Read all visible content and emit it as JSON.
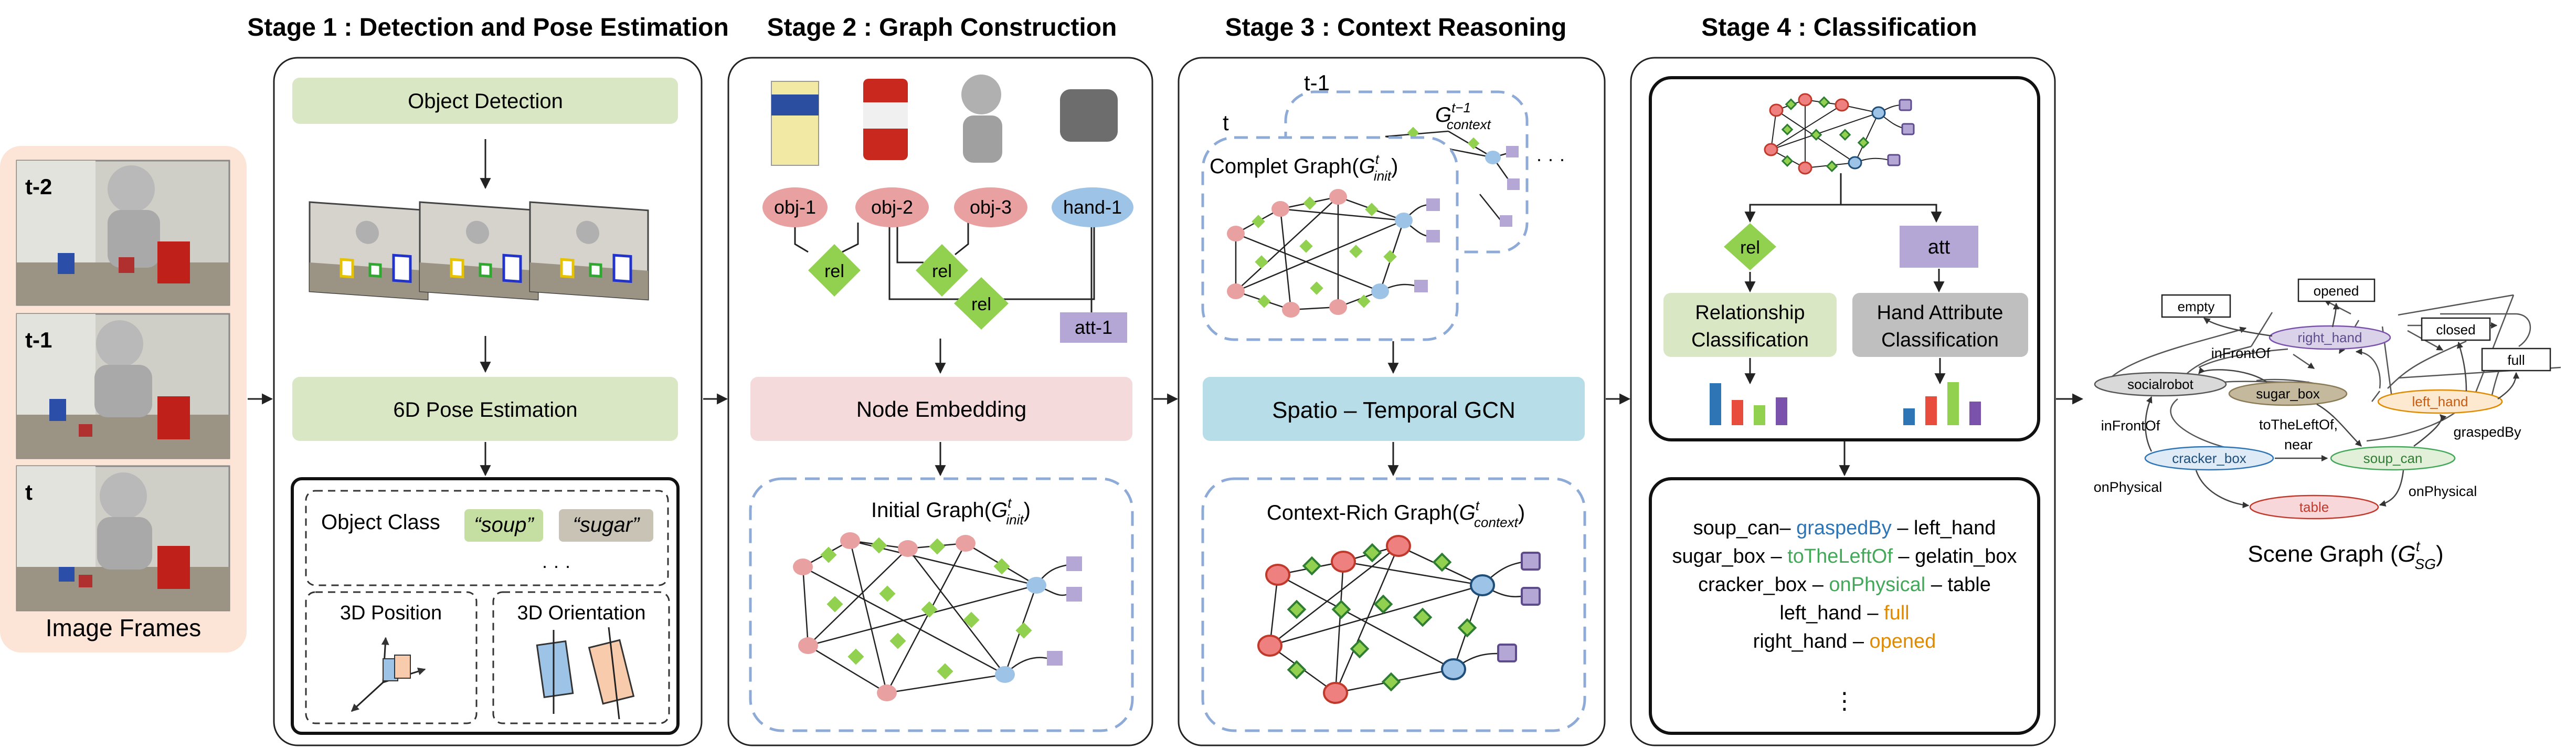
{
  "image_frames": {
    "labels": [
      "t-2",
      "t-1",
      "t"
    ],
    "caption": "Image Frames"
  },
  "stage1": {
    "title": "Stage 1 : Detection and Pose Estimation",
    "object_detection": "Object Detection",
    "pose_estimation": "6D Pose Estimation",
    "object_class_label": "Object Class",
    "class_soup": "“soup”",
    "class_sugar": "“sugar”",
    "more": "· · ·",
    "position_label": "3D Position",
    "orientation_label": "3D Orientation"
  },
  "stage2": {
    "title": "Stage 2 : Graph Construction",
    "nodes": {
      "obj1": "obj-1",
      "obj2": "obj-2",
      "obj3": "obj-3",
      "hand1": "hand-1",
      "att1": "att-1",
      "rel": "rel"
    },
    "node_embedding": "Node Embedding",
    "initial_graph_prefix": "Initial Graph(",
    "initial_graph_G": "G",
    "initial_graph_sub": "init",
    "initial_graph_sup": "t",
    "initial_graph_suffix": ")"
  },
  "stage3": {
    "title": "Stage 3 : Context Reasoning",
    "t_prev": "t-1",
    "t_cur": "t",
    "ctx_prev_G": "G",
    "ctx_prev_sub": "context",
    "ctx_prev_sup": "t−1",
    "complete_prefix": "Complet Graph(",
    "complete_G": "G",
    "complete_sub": "init",
    "complete_sup": "t",
    "complete_suffix": ")",
    "ellipsis": "· · ·",
    "gcn": "Spatio – Temporal GCN",
    "rich_prefix": "Context-Rich Graph(",
    "rich_G": "G",
    "rich_sub": "context",
    "rich_sup": "t",
    "rich_suffix": ")"
  },
  "stage4": {
    "title": "Stage 4 : Classification",
    "rel": "rel",
    "att": "att",
    "rel_class_line1": "Relationship",
    "rel_class_line2": "Classification",
    "att_class_line1": "Hand Attribute",
    "att_class_line2": "Classification",
    "triplets": [
      {
        "s": "soup_can– ",
        "p": "graspedBy",
        "o": " – left_hand",
        "color": "#2e75b6"
      },
      {
        "s": "sugar_box – ",
        "p": "toTheLeftOf",
        "o": " – gelatin_box",
        "color": "#43a85a"
      },
      {
        "s": "cracker_box – ",
        "p": "onPhysical",
        "o": " – table",
        "color": "#43a85a"
      },
      {
        "s": "left_hand – ",
        "p": "full",
        "o": "",
        "color": "#e08a00"
      },
      {
        "s": "right_hand – ",
        "p": "opened",
        "o": "",
        "color": "#e08a00"
      }
    ],
    "vdots": "⋮"
  },
  "scene_graph": {
    "title_prefix": "Scene Graph (",
    "title_G": "G",
    "title_sub": "SG",
    "title_sup": "t",
    "title_suffix": ")",
    "nodes": {
      "empty": "empty",
      "opened": "opened",
      "right_hand": "right_hand",
      "closed": "closed",
      "full": "full",
      "socialrobot": "socialrobot",
      "sugar_box": "sugar_box",
      "left_hand": "left_hand",
      "cracker_box": "cracker_box",
      "soup_can": "soup_can",
      "table": "table"
    },
    "edges": {
      "inFrontOf1": "inFrontOf",
      "inFrontOf2": "inFrontOf",
      "toTheLeftOf": "toTheLeftOf,",
      "near": "near",
      "graspedBy": "graspedBy",
      "onPhysical1": "onPhysical",
      "onPhysical2": "onPhysical"
    }
  },
  "colors": {
    "frames_bg": "#fce4d6",
    "green_box": "#d9e7c4",
    "pink_box": "#f4dada",
    "blue_box": "#b7dde8",
    "obj_node": "#e8a0a0",
    "hand_node": "#9dc3e6",
    "att_node": "#b4a7d6",
    "rel_node": "#92d050",
    "dashed": "#8eaad7",
    "gray_box": "#bfbfbf"
  }
}
